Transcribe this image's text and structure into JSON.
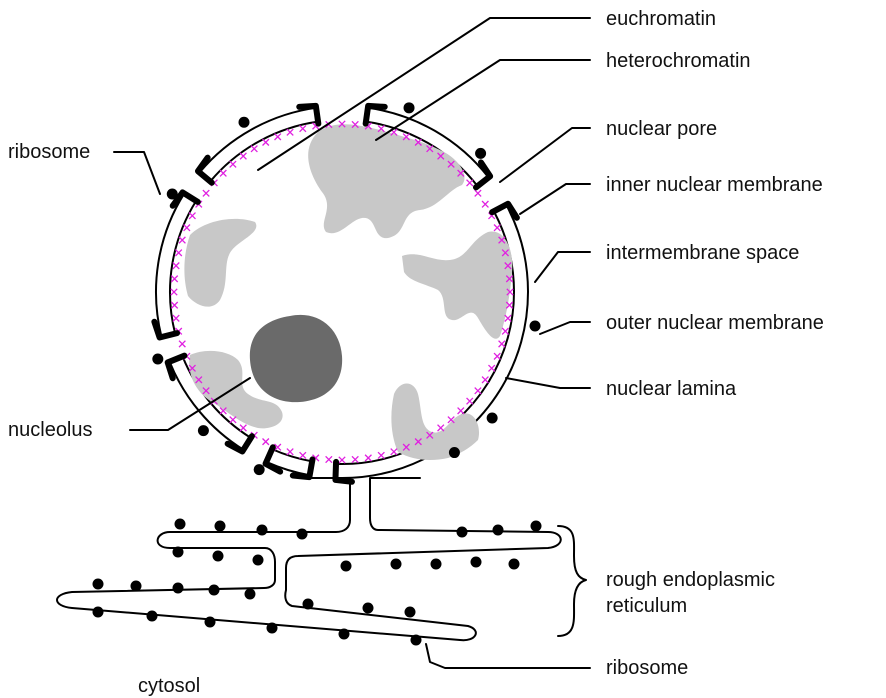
{
  "labels": {
    "euchromatin": "euchromatin",
    "heterochromatin": "heterochromatin",
    "nuclear_pore": "nuclear pore",
    "inner_nuclear_membrane": "inner nuclear membrane",
    "intermembrane_space": "intermembrane space",
    "outer_nuclear_membrane": "outer nuclear membrane",
    "nuclear_lamina": "nuclear lamina",
    "ribosome_top": "ribosome",
    "nucleolus": "nucleolus",
    "rough_er_line1": "rough endoplasmic",
    "rough_er_line2": "reticulum",
    "ribosome_bottom": "ribosome",
    "cytosol": "cytosol"
  },
  "colors": {
    "heterochromatin": "#c8c8c8",
    "nucleolus": "#6a6a6a",
    "nuclear_lamina": "#e020e0",
    "membrane": "#000000",
    "ribosome": "#000000",
    "background": "#ffffff"
  }
}
